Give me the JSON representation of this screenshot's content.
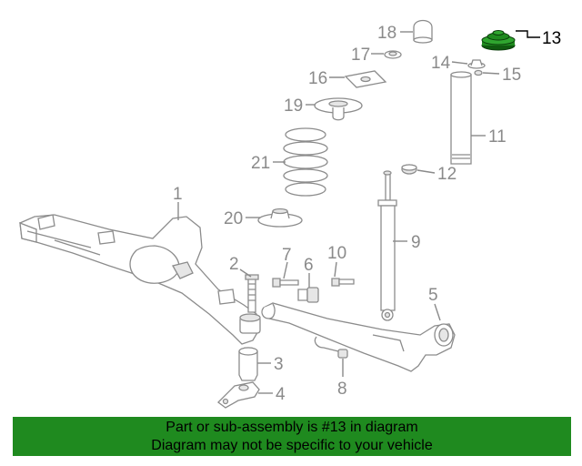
{
  "diagram": {
    "highlight_color": "#1f8a1f",
    "callouts": [
      {
        "id": "1",
        "label": "1"
      },
      {
        "id": "2",
        "label": "2"
      },
      {
        "id": "3",
        "label": "3"
      },
      {
        "id": "4",
        "label": "4"
      },
      {
        "id": "5",
        "label": "5"
      },
      {
        "id": "6",
        "label": "6"
      },
      {
        "id": "7",
        "label": "7"
      },
      {
        "id": "8",
        "label": "8"
      },
      {
        "id": "9",
        "label": "9"
      },
      {
        "id": "10",
        "label": "10"
      },
      {
        "id": "11",
        "label": "11"
      },
      {
        "id": "12",
        "label": "12"
      },
      {
        "id": "13",
        "label": "13"
      },
      {
        "id": "14",
        "label": "14"
      },
      {
        "id": "15",
        "label": "15"
      },
      {
        "id": "16",
        "label": "16"
      },
      {
        "id": "17",
        "label": "17"
      },
      {
        "id": "18",
        "label": "18"
      },
      {
        "id": "19",
        "label": "19"
      },
      {
        "id": "20",
        "label": "20"
      },
      {
        "id": "21",
        "label": "21"
      }
    ],
    "highlighted_part": "13"
  },
  "banner": {
    "line1": "Part or sub-assembly is #13 in diagram",
    "line2": "Diagram may not be specific to your vehicle",
    "background": "#1f8a1f"
  }
}
